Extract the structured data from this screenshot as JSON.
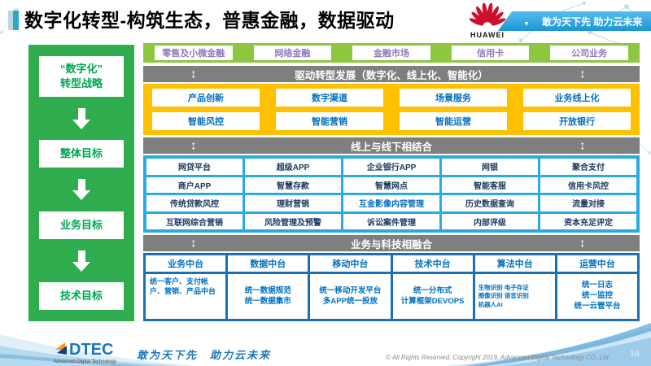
{
  "header": {
    "title": "数字化转型-构筑生态，普惠金融，数据驱动",
    "huawei_wordmark": "HUAWEI",
    "ribbon_slogan": "敢为天下先 助力云未来"
  },
  "sidebar": {
    "strategy_line1": "“数字化”",
    "strategy_line2": "转型战略",
    "goals": [
      "整体目标",
      "业务目标",
      "技术目标"
    ]
  },
  "business_lines": [
    "零售及小微金融",
    "网络金融",
    "金融市场",
    "信用卡",
    "公司业务"
  ],
  "banners": {
    "drive": "驱动转型发展（数字化、线上化、智能化）",
    "online_offline": "线上与线下相结合",
    "tech_fusion": "业务与科技相融合"
  },
  "capabilities": {
    "row1": [
      "产品创新",
      "数字渠道",
      "场景服务",
      "业务线上化"
    ],
    "row2": [
      "智能风控",
      "智能营销",
      "智能运营",
      "开放银行"
    ]
  },
  "channels": {
    "row1": [
      "网贷平台",
      "超级APP",
      "企业银行APP",
      "网银",
      "聚合支付"
    ],
    "row2": [
      "商户APP",
      "智慧存款",
      "智慧网点",
      "智能客服",
      "信用卡风控"
    ],
    "row3": [
      "传统贷款风控",
      "理财营销",
      "互金影像内容管理",
      "历史数据查询",
      "流量对接"
    ],
    "row4": [
      "互联网综合营销",
      "风险管理及预警",
      "诉讼案件管理",
      "内部评级",
      "资本充足评定"
    ]
  },
  "platforms": [
    {
      "title": "业务中台",
      "lines": [
        "统一客户、支付帐户、营销、产品中台"
      ]
    },
    {
      "title": "数据中台",
      "lines": [
        "统一数据规范",
        "统一数据集市"
      ]
    },
    {
      "title": "移动中台",
      "lines": [
        "统一移动开发平台",
        "多APP统一投放"
      ]
    },
    {
      "title": "技术中台",
      "lines": [
        "统一分布式",
        "计算框架DEVOPS"
      ]
    },
    {
      "title": "算法中台",
      "lines": [
        "生物识别 电子存证",
        "图像识别 语音识别",
        "机器人AI"
      ]
    },
    {
      "title": "运营中台",
      "lines": [
        "统一日志",
        "统一监控",
        "统一云管平台"
      ]
    }
  ],
  "footer": {
    "logo_text": "DTEC",
    "logo_subtext": "Advanced Digital Technology",
    "slogan": "敢为天下先　助力云未来",
    "copyright": "© All Rights Reserved. Copyright 2019, Advanced Digital Technology CO.,Ltd",
    "page_number": "16"
  },
  "colors": {
    "lime_green": "#8DC63F",
    "sidebar_green": "#2FAD4E",
    "yellow": "#FFC000",
    "banner_gray": "#7F7F7F",
    "sky_blue": "#29ABE2",
    "royal_blue": "#1A70B8",
    "purple_text": "#8F7BC0",
    "blue_text": "#0070C0",
    "navy_text": "#17375E",
    "huawei_red": "#CE0E2D",
    "ribbon_blue": "#1B96D4"
  }
}
